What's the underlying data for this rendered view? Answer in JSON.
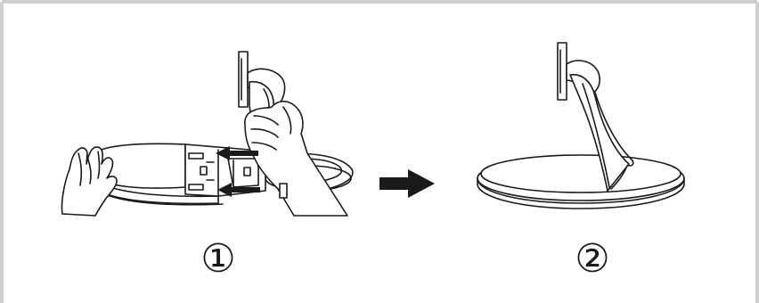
{
  "figure": {
    "border_color": "#cfcfcf",
    "line_color": "#1a1a1a",
    "fill_color": "#ffffff",
    "shade_color": "#6e6e6e",
    "icons": [
      "stand-base-slide-in-illustration",
      "left-arrow-icon",
      "right-arrow-icon",
      "assembled-stand-illustration"
    ]
  },
  "steps": [
    {
      "label": "①"
    },
    {
      "label": "②"
    }
  ]
}
